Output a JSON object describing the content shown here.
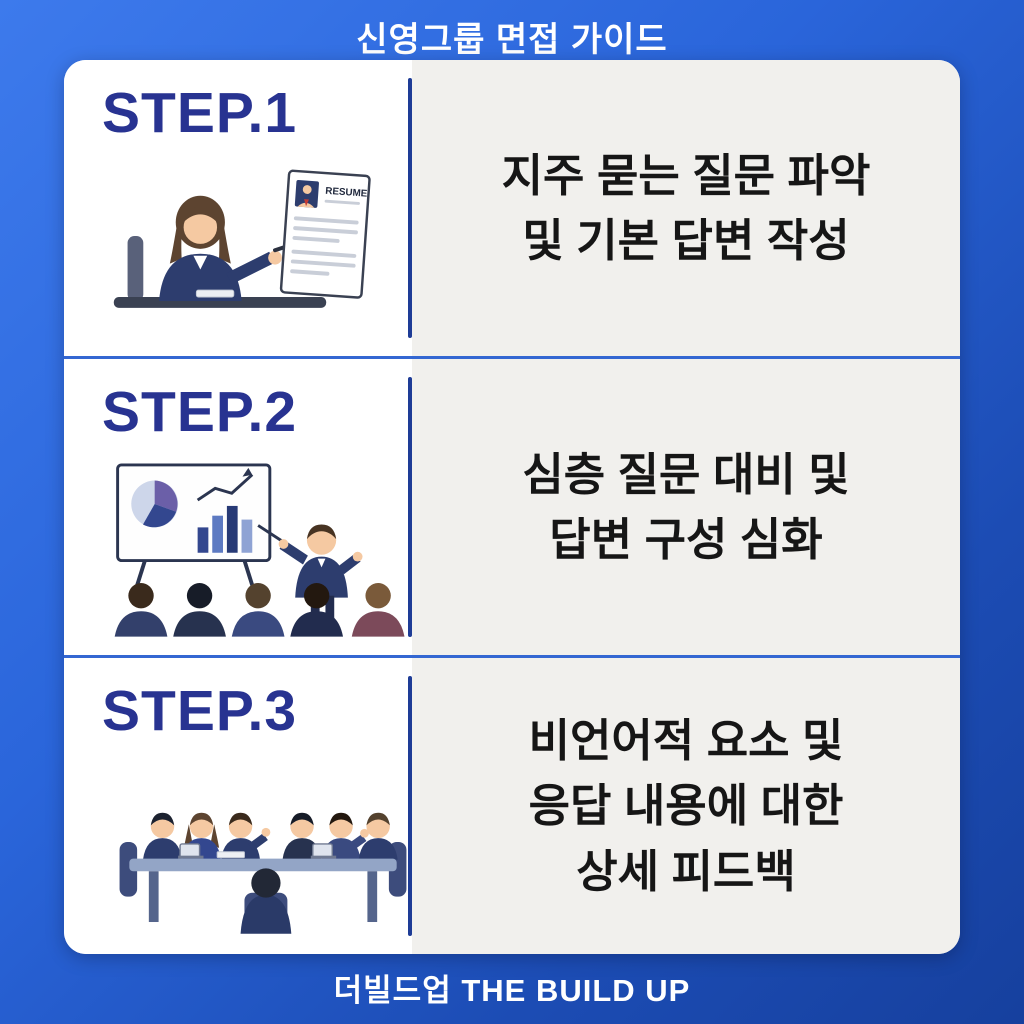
{
  "page": {
    "title": "신영그룹 면접 가이드",
    "footer": "더빌드업 THE BUILD UP"
  },
  "colors": {
    "background_blue": "#2a65da",
    "card_white": "#ffffff",
    "accent_navy": "#283391",
    "divider_navy": "#1e3c96",
    "separator_blue": "#3467d2",
    "right_panel_gray": "#f1f0ed",
    "text_black": "#161616"
  },
  "steps": [
    {
      "label": "STEP.1",
      "description": "지주 묻는 질문 파악\n및 기본 답변 작성",
      "illustration": "woman-presenting-resume-illustration",
      "resume_label": "RESUME"
    },
    {
      "label": "STEP.2",
      "description": "심층 질문 대비 및\n답변 구성 심화",
      "illustration": "presenter-charts-audience-illustration"
    },
    {
      "label": "STEP.3",
      "description": "비언어적 요소 및\n응답 내용에 대한\n상세 피드백",
      "illustration": "panel-interview-meeting-illustration"
    }
  ]
}
